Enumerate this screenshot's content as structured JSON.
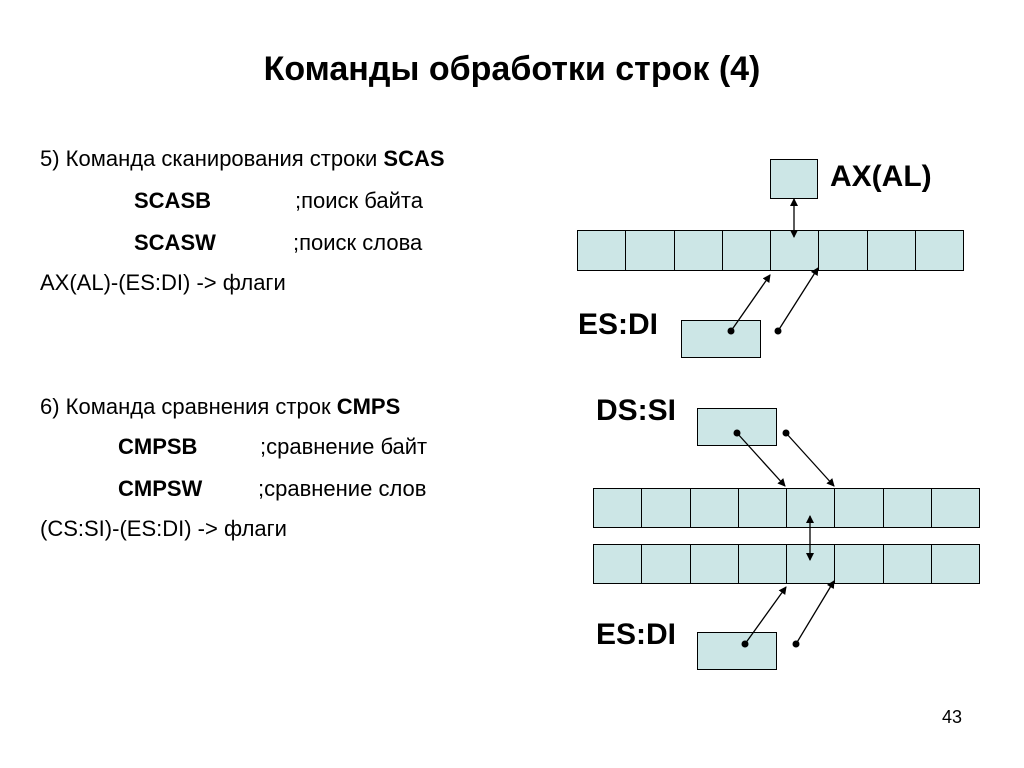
{
  "slide": {
    "title": "Команды обработки строк (4)",
    "page_number": "43"
  },
  "scas": {
    "heading_prefix": "5) Команда сканирования строки ",
    "heading_cmd": "SCAS",
    "byte_cmd": "SCASB",
    "byte_comment": ";поиск байта",
    "word_cmd": "SCASW",
    "word_comment": ";поиск слова",
    "formula": "AX(AL)-(ES:DI) -> флаги"
  },
  "cmps": {
    "heading_prefix": "6) Команда сравнения строк ",
    "heading_cmd": "CMPS",
    "byte_cmd": "CMPSB",
    "byte_comment": ";сравнение байт",
    "word_cmd": "CMPSW",
    "word_comment": ";сравнение слов",
    "formula": "(CS:SI)-(ES:DI) -> флаги"
  },
  "diagram": {
    "cell_color": "#cce6e6",
    "scas_accumulator_label": "AX(AL)",
    "scas_pointer_label": "ES:DI",
    "cmps_source_label": "DS:SI",
    "cmps_dest_label": "ES:DI",
    "cells_per_row": 8
  }
}
